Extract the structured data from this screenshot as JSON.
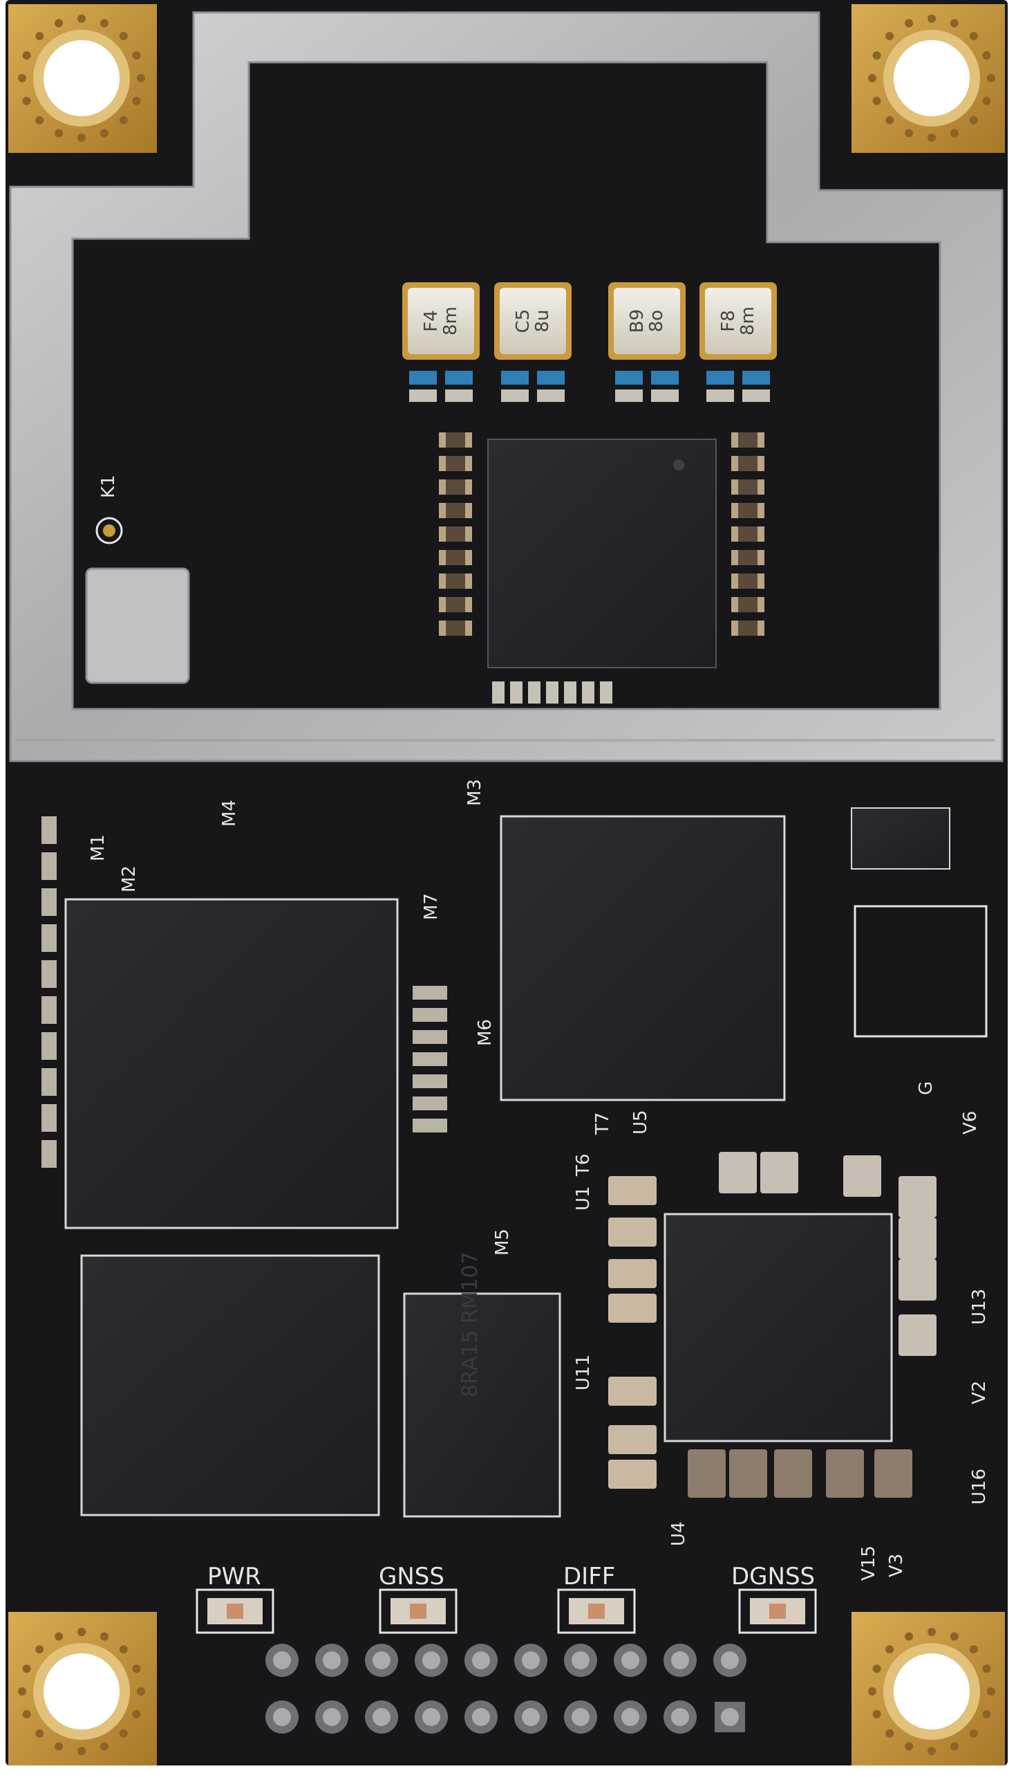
{
  "board": {
    "pcb_color": "#17171a",
    "shield_color": "#b9bbbd",
    "gold_color": "#c99a3e",
    "silk_color": "#e6e6e6"
  },
  "components": {
    "saw_filter_1": "F4\n8m",
    "saw_filter_2": "C5\n8u",
    "saw_filter_3": "B9\n8o",
    "saw_filter_4": "F8\n8m"
  },
  "silkscreen": {
    "k1": "K1",
    "m1": "M1",
    "m2": "M2",
    "m3": "M3",
    "m4": "M4",
    "m5": "M5",
    "m6": "M6",
    "m7": "M7",
    "g": "G",
    "t6": "T6",
    "t7": "T7",
    "u1": "U1",
    "u2": "V2",
    "u3": "V3",
    "u4": "U4",
    "u5": "U5",
    "u6": "V6",
    "u11": "U11",
    "u13": "U13",
    "u15": "V15",
    "u16": "U16",
    "flash_marking": "8RA15\nRM107"
  },
  "leds": {
    "pwr": "PWR",
    "gnss": "GNSS",
    "diff": "DIFF",
    "dgnss": "DGNSS"
  }
}
